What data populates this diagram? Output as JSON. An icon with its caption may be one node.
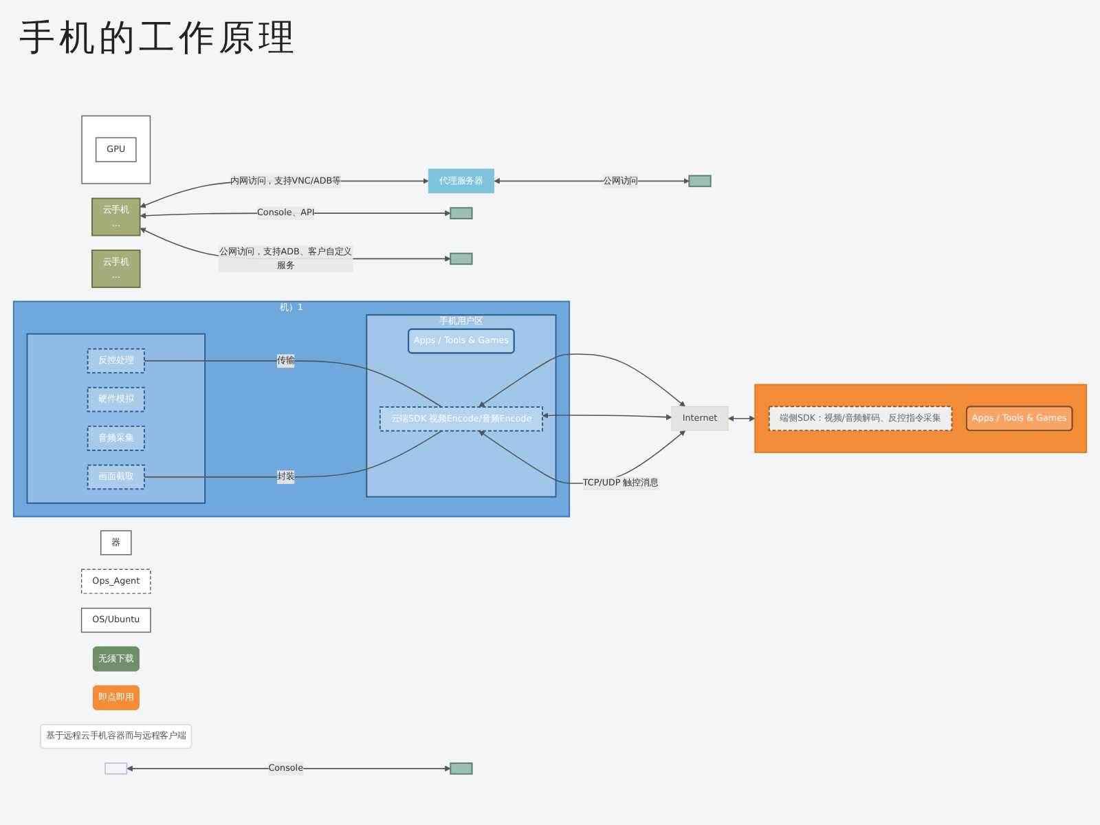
{
  "diagram": {
    "title": "手机的工作原理",
    "nodes": [
      {
        "text": [
          "机）1"
        ]
      },
      {
        "text": [],
        "shape": "box",
        "in": 0
      },
      {
        "text": [
          "反控处理"
        ],
        "in": 1
      },
      {
        "text": [
          "硬件模拟"
        ],
        "in": 1
      },
      {
        "text": [
          "音频采集"
        ],
        "in": 1
      },
      {
        "text": [
          "画面截取"
        ],
        "in": 1
      },
      {
        "text": [
          "手机用户区"
        ],
        "in": 0
      },
      {
        "text": [
          "Apps / Tools & Games"
        ],
        "in": 6
      },
      {
        "text": [
          "云端SDK 视频Encode/音频Encode"
        ],
        "in": 6
      },
      {
        "text": [
          "云手机",
          "..."
        ]
      },
      {
        "text": [
          "云手机",
          "..."
        ]
      },
      {
        "text": [],
        "shape": "box"
      },
      {
        "text": [],
        "shape": "box"
      },
      {
        "text": [
          "代理服务器"
        ]
      },
      {
        "text": [],
        "shape": "box"
      },
      {
        "text": [],
        "shape": "box"
      },
      {
        "text": [
          "器"
        ]
      },
      {
        "text": [
          "Ops_Agent"
        ]
      },
      {
        "text": [
          "OS/Ubuntu"
        ]
      },
      {
        "text": [],
        "shape": "box"
      },
      {
        "text": [
          "GPU"
        ],
        "in": 19
      },
      {
        "text": [],
        "shape": "box"
      },
      {
        "text": [
          "Internet"
        ]
      },
      {
        "text": [],
        "shape": "box"
      },
      {
        "text": [
          "端侧SDK：视频/音频解码、反控指令采集"
        ],
        "in": 23
      },
      {
        "text": [
          "Apps / Tools & Games"
        ],
        "in": 23
      },
      {
        "text": [
          "无须下载"
        ]
      },
      {
        "text": [
          "即点即用"
        ]
      },
      {
        "text": [
          "基于远程云手机容器而与远程客户端"
        ]
      }
    ],
    "edges": [
      {
        "from": 2,
        "to": 8,
        "arrow": "none",
        "label": "传输"
      },
      {
        "from": 5,
        "to": 8,
        "arrow": "none",
        "label": "封装"
      },
      {
        "from": 8,
        "to": 22,
        "arrow": "both"
      },
      {
        "from": 8,
        "to": 22,
        "arrow": "both"
      },
      {
        "from": 8,
        "to": 22,
        "arrow": "both",
        "label": "TCP/UDP 触控消息"
      },
      {
        "from": 22,
        "to": 23,
        "arrow": "both"
      },
      {
        "from": 10,
        "to": 11,
        "arrow": "both",
        "label": "Console、API"
      },
      {
        "from": 10,
        "to": 12,
        "arrow": "both",
        "label": "公网访问，支持ADB、客户自定义服务"
      },
      {
        "from": 10,
        "to": 13,
        "arrow": "both",
        "label": "内网访问，支持VNC/ADB等"
      },
      {
        "from": 13,
        "to": 14,
        "arrow": "both",
        "label": "公网访问"
      },
      {
        "from": 21,
        "to": 15,
        "arrow": "both",
        "label": "Console"
      }
    ]
  }
}
